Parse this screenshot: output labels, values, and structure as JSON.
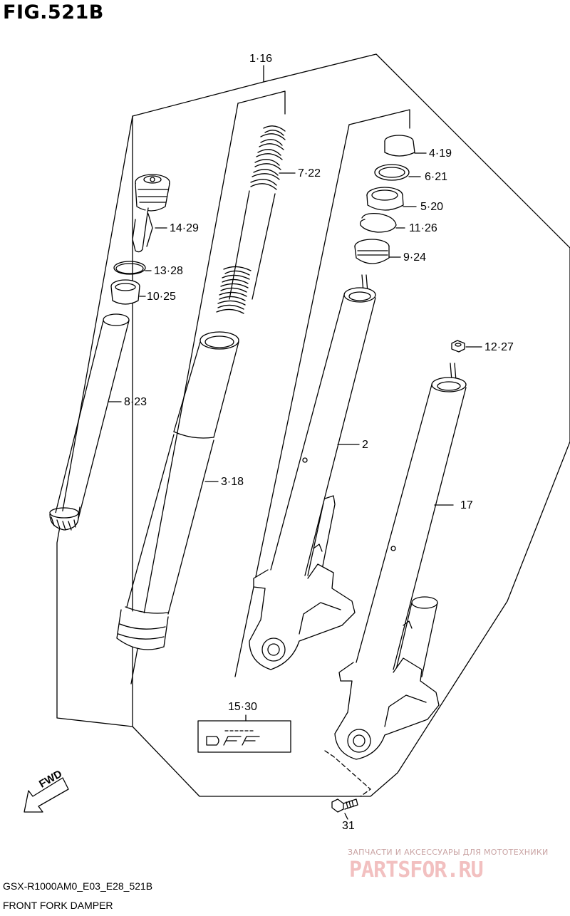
{
  "figure": {
    "title": "FIG.521B"
  },
  "callouts": {
    "c_1_16": "1·16",
    "c_7_22": "7·22",
    "c_4_19": "4·19",
    "c_6_21": "6·21",
    "c_5_20": "5·20",
    "c_11_26": "11·26",
    "c_9_24": "9·24",
    "c_14_29": "14·29",
    "c_13_28": "13·28",
    "c_10_25": "10·25",
    "c_12_27": "12·27",
    "c_8_23": "8·23",
    "c_2": "2",
    "c_3_18": "3·18",
    "c_17": "17",
    "c_15_30": "15·30",
    "c_31": "31"
  },
  "arrow": {
    "label": "FWD"
  },
  "footer": {
    "code": "GSX-R1000AM0_E03_E28_521B",
    "name": "FRONT FORK DAMPER"
  },
  "watermark": {
    "line1": "ЗАПЧАСТИ И АКСЕССУАРЫ ДЛЯ МОТОТЕХНИКИ",
    "logo": "PARTSFOR.RU"
  }
}
